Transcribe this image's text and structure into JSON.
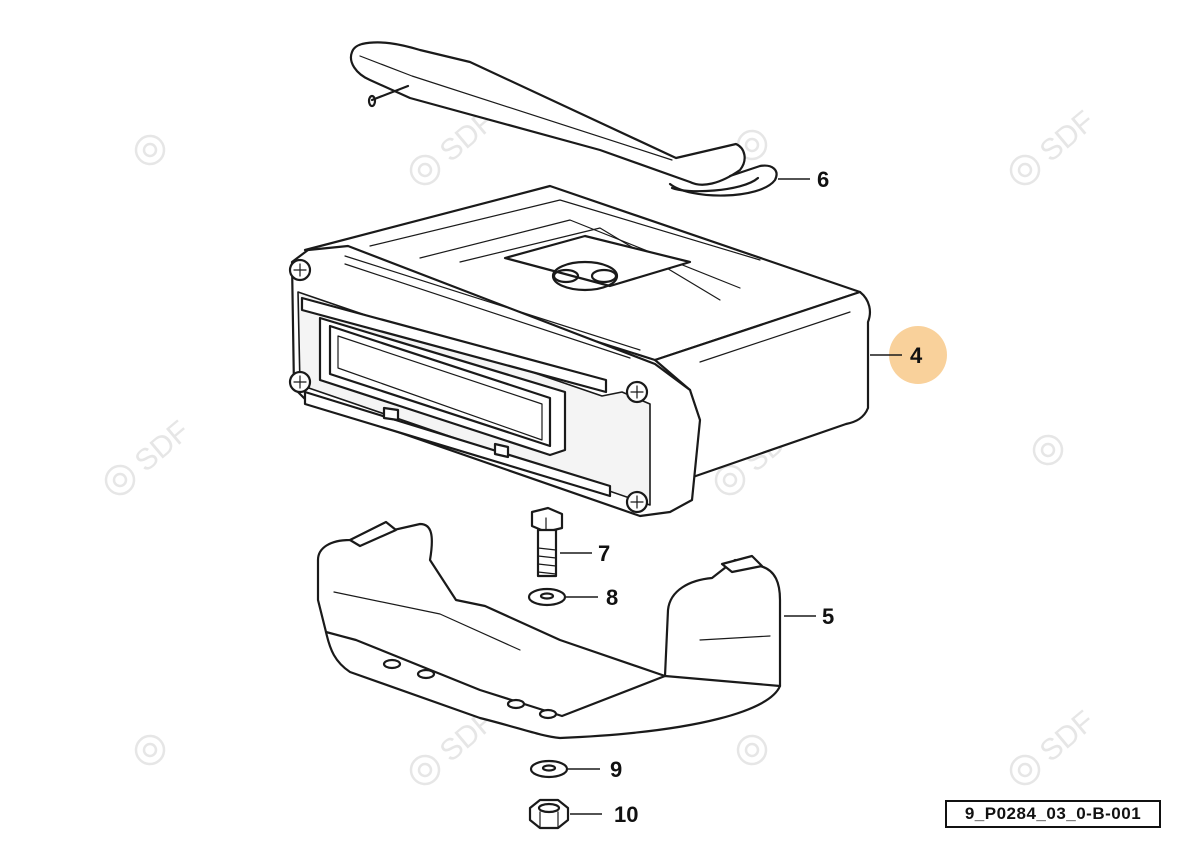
{
  "diagram": {
    "reference_code": "9_P0284_03_0-B-001",
    "watermark_text": "SDF",
    "highlight_color": "#f8c98a",
    "callouts": [
      {
        "id": "4",
        "label": "4",
        "highlighted": true
      },
      {
        "id": "5",
        "label": "5",
        "highlighted": false
      },
      {
        "id": "6",
        "label": "6",
        "highlighted": false
      },
      {
        "id": "7",
        "label": "7",
        "highlighted": false
      },
      {
        "id": "8",
        "label": "8",
        "highlighted": false
      },
      {
        "id": "9",
        "label": "9",
        "highlighted": false
      },
      {
        "id": "10",
        "label": "10",
        "highlighted": false
      }
    ]
  }
}
